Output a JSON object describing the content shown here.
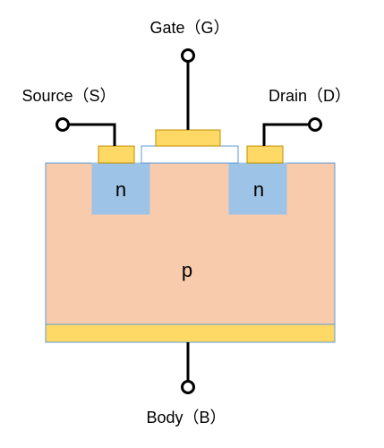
{
  "labels": {
    "gate": "Gate（G）",
    "source": "Source（S）",
    "drain": "Drain（D）",
    "body": "Body（B）",
    "source_region": "n",
    "drain_region": "n",
    "substrate": "p"
  },
  "colors": {
    "substrate": "#F8CBAD",
    "n_region": "#9DC3E6",
    "contact": "#FFD966",
    "contact_border": "#BF9000",
    "oxide": "#FFFFFF",
    "outline": "#5B9BD5",
    "wire": "#000000"
  }
}
